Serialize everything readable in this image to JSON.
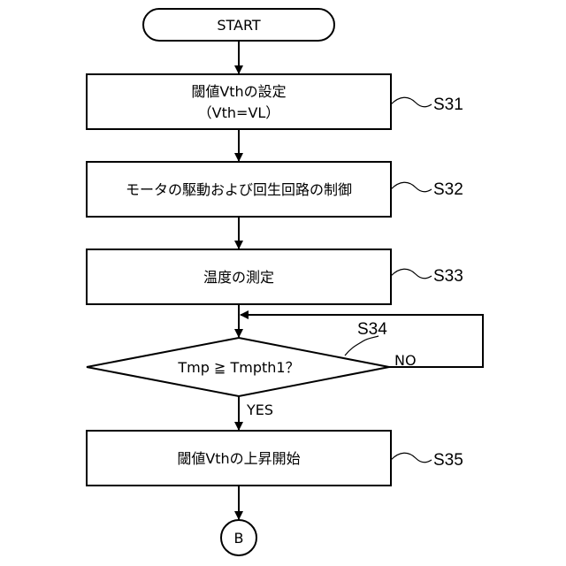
{
  "start": {
    "text": "START"
  },
  "steps": [
    {
      "id": "S31",
      "lines": [
        "閾値Vthの設定",
        "（Vth=VL）"
      ]
    },
    {
      "id": "S32",
      "lines": [
        "モータの駆動および回生回路の制御"
      ]
    },
    {
      "id": "S33",
      "lines": [
        "温度の測定"
      ]
    },
    {
      "id": "S35",
      "lines": [
        "閾値Vthの上昇開始"
      ]
    }
  ],
  "decision": {
    "id": "S34",
    "text": "Tmp ≧ Tmpth1？",
    "yes_label": "YES",
    "no_label": "NO"
  },
  "connector": {
    "text": "B"
  }
}
